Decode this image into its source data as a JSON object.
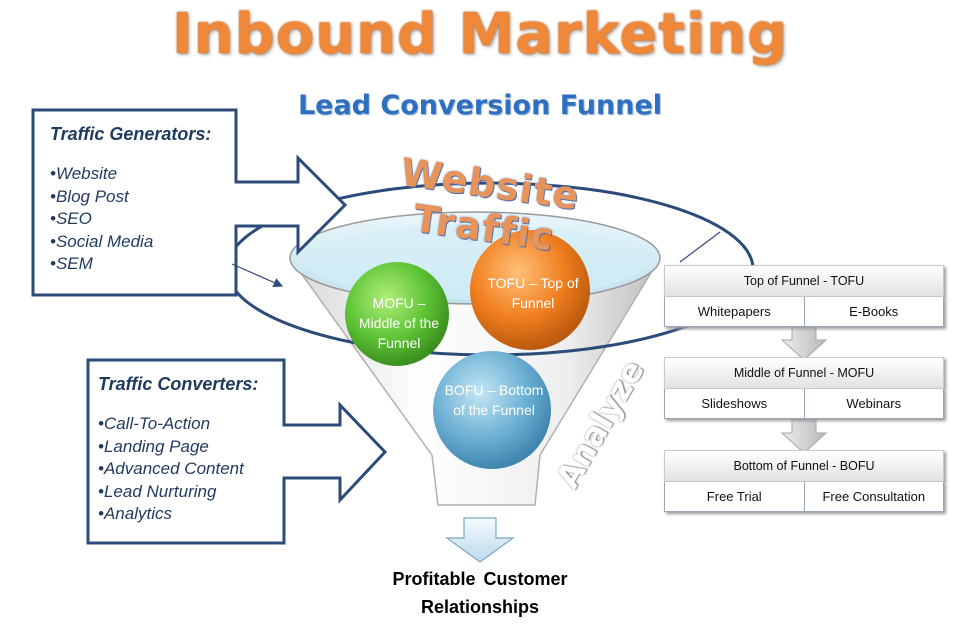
{
  "header": {
    "title": "Inbound Marketing",
    "subtitle": "Lead Conversion Funnel"
  },
  "traffic_generators": {
    "heading": "Traffic Generators:",
    "items": [
      "Website",
      "Blog Post",
      "SEO",
      "Social Media",
      "SEM"
    ]
  },
  "traffic_converters": {
    "heading": "Traffic Converters:",
    "items": [
      "Call-To-Action",
      "Landing Page",
      "Advanced Content",
      "Lead Nurturing",
      "Analytics"
    ]
  },
  "funnel": {
    "top_label": "Website Traffic",
    "side_label": "Analyze",
    "circles": {
      "mofu": "MOFU – Middle of the Funnel",
      "tofu": "TOFU – Top of Funnel",
      "bofu": "BOFU – Bottom of the Funnel"
    }
  },
  "result": "Profitable Customer Relationships",
  "stages": [
    {
      "title": "Top of Funnel - TOFU",
      "items": [
        "Whitepapers",
        "E-Books"
      ]
    },
    {
      "title": "Middle of Funnel - MOFU",
      "items": [
        "Slideshows",
        "Webinars"
      ]
    },
    {
      "title": "Bottom of Funnel - BOFU",
      "items": [
        "Free Trial",
        "Free Consultation"
      ]
    }
  ],
  "colors": {
    "title_orange": "#f0883a",
    "subtitle_blue": "#2e6fbf",
    "outline_navy": "#2c4a7a",
    "mofu_green": "#5ec436",
    "tofu_orange": "#f07e1e",
    "bofu_blue": "#6db1d4"
  }
}
